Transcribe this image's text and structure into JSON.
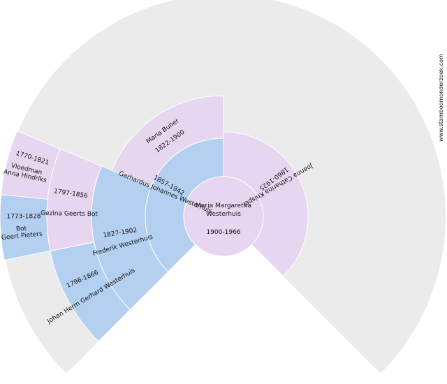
{
  "watermark": "www.stamboomonderzoek.com",
  "colors": {
    "background_fan": "#ebebeb",
    "male": "#b4d0f1",
    "female": "#e6d6f0",
    "stroke": "#ffffff"
  },
  "root": {
    "name_line1": "Maria Margaretha",
    "name_line2": "Westerhuis",
    "dates": "1900-1966"
  },
  "gen1": [
    {
      "id": "father",
      "name": "Gerhardus Johannes Westerhuis",
      "dates": "1857-1942",
      "sex": "male"
    },
    {
      "id": "mother",
      "name": "Joanna Catharina Knispel",
      "dates": "1860-1925",
      "sex": "female"
    }
  ],
  "gen2": [
    {
      "id": "ff",
      "name": "Frederik Westerhuis",
      "dates": "1827-1902",
      "sex": "male"
    },
    {
      "id": "fm",
      "name": "Maria Buner",
      "dates": "1822-1900",
      "sex": "female"
    }
  ],
  "gen3": [
    {
      "id": "fff",
      "name": "Johan Herm Gerhard Westerhuis",
      "dates": "1796-1866",
      "sex": "male"
    },
    {
      "id": "ffm",
      "name": "Gezina Geerts Bot",
      "dates": "1797-1856",
      "sex": "female"
    }
  ],
  "gen4": [
    {
      "id": "ffmf",
      "name_line1": "Geert Pieters",
      "name_line2": "Bot",
      "dates": "1773-1828",
      "sex": "male"
    },
    {
      "id": "ffmm",
      "name_line1": "Anna Hindriks",
      "name_line2": "Vloedman",
      "dates": "1770-1821",
      "sex": "female"
    }
  ]
}
